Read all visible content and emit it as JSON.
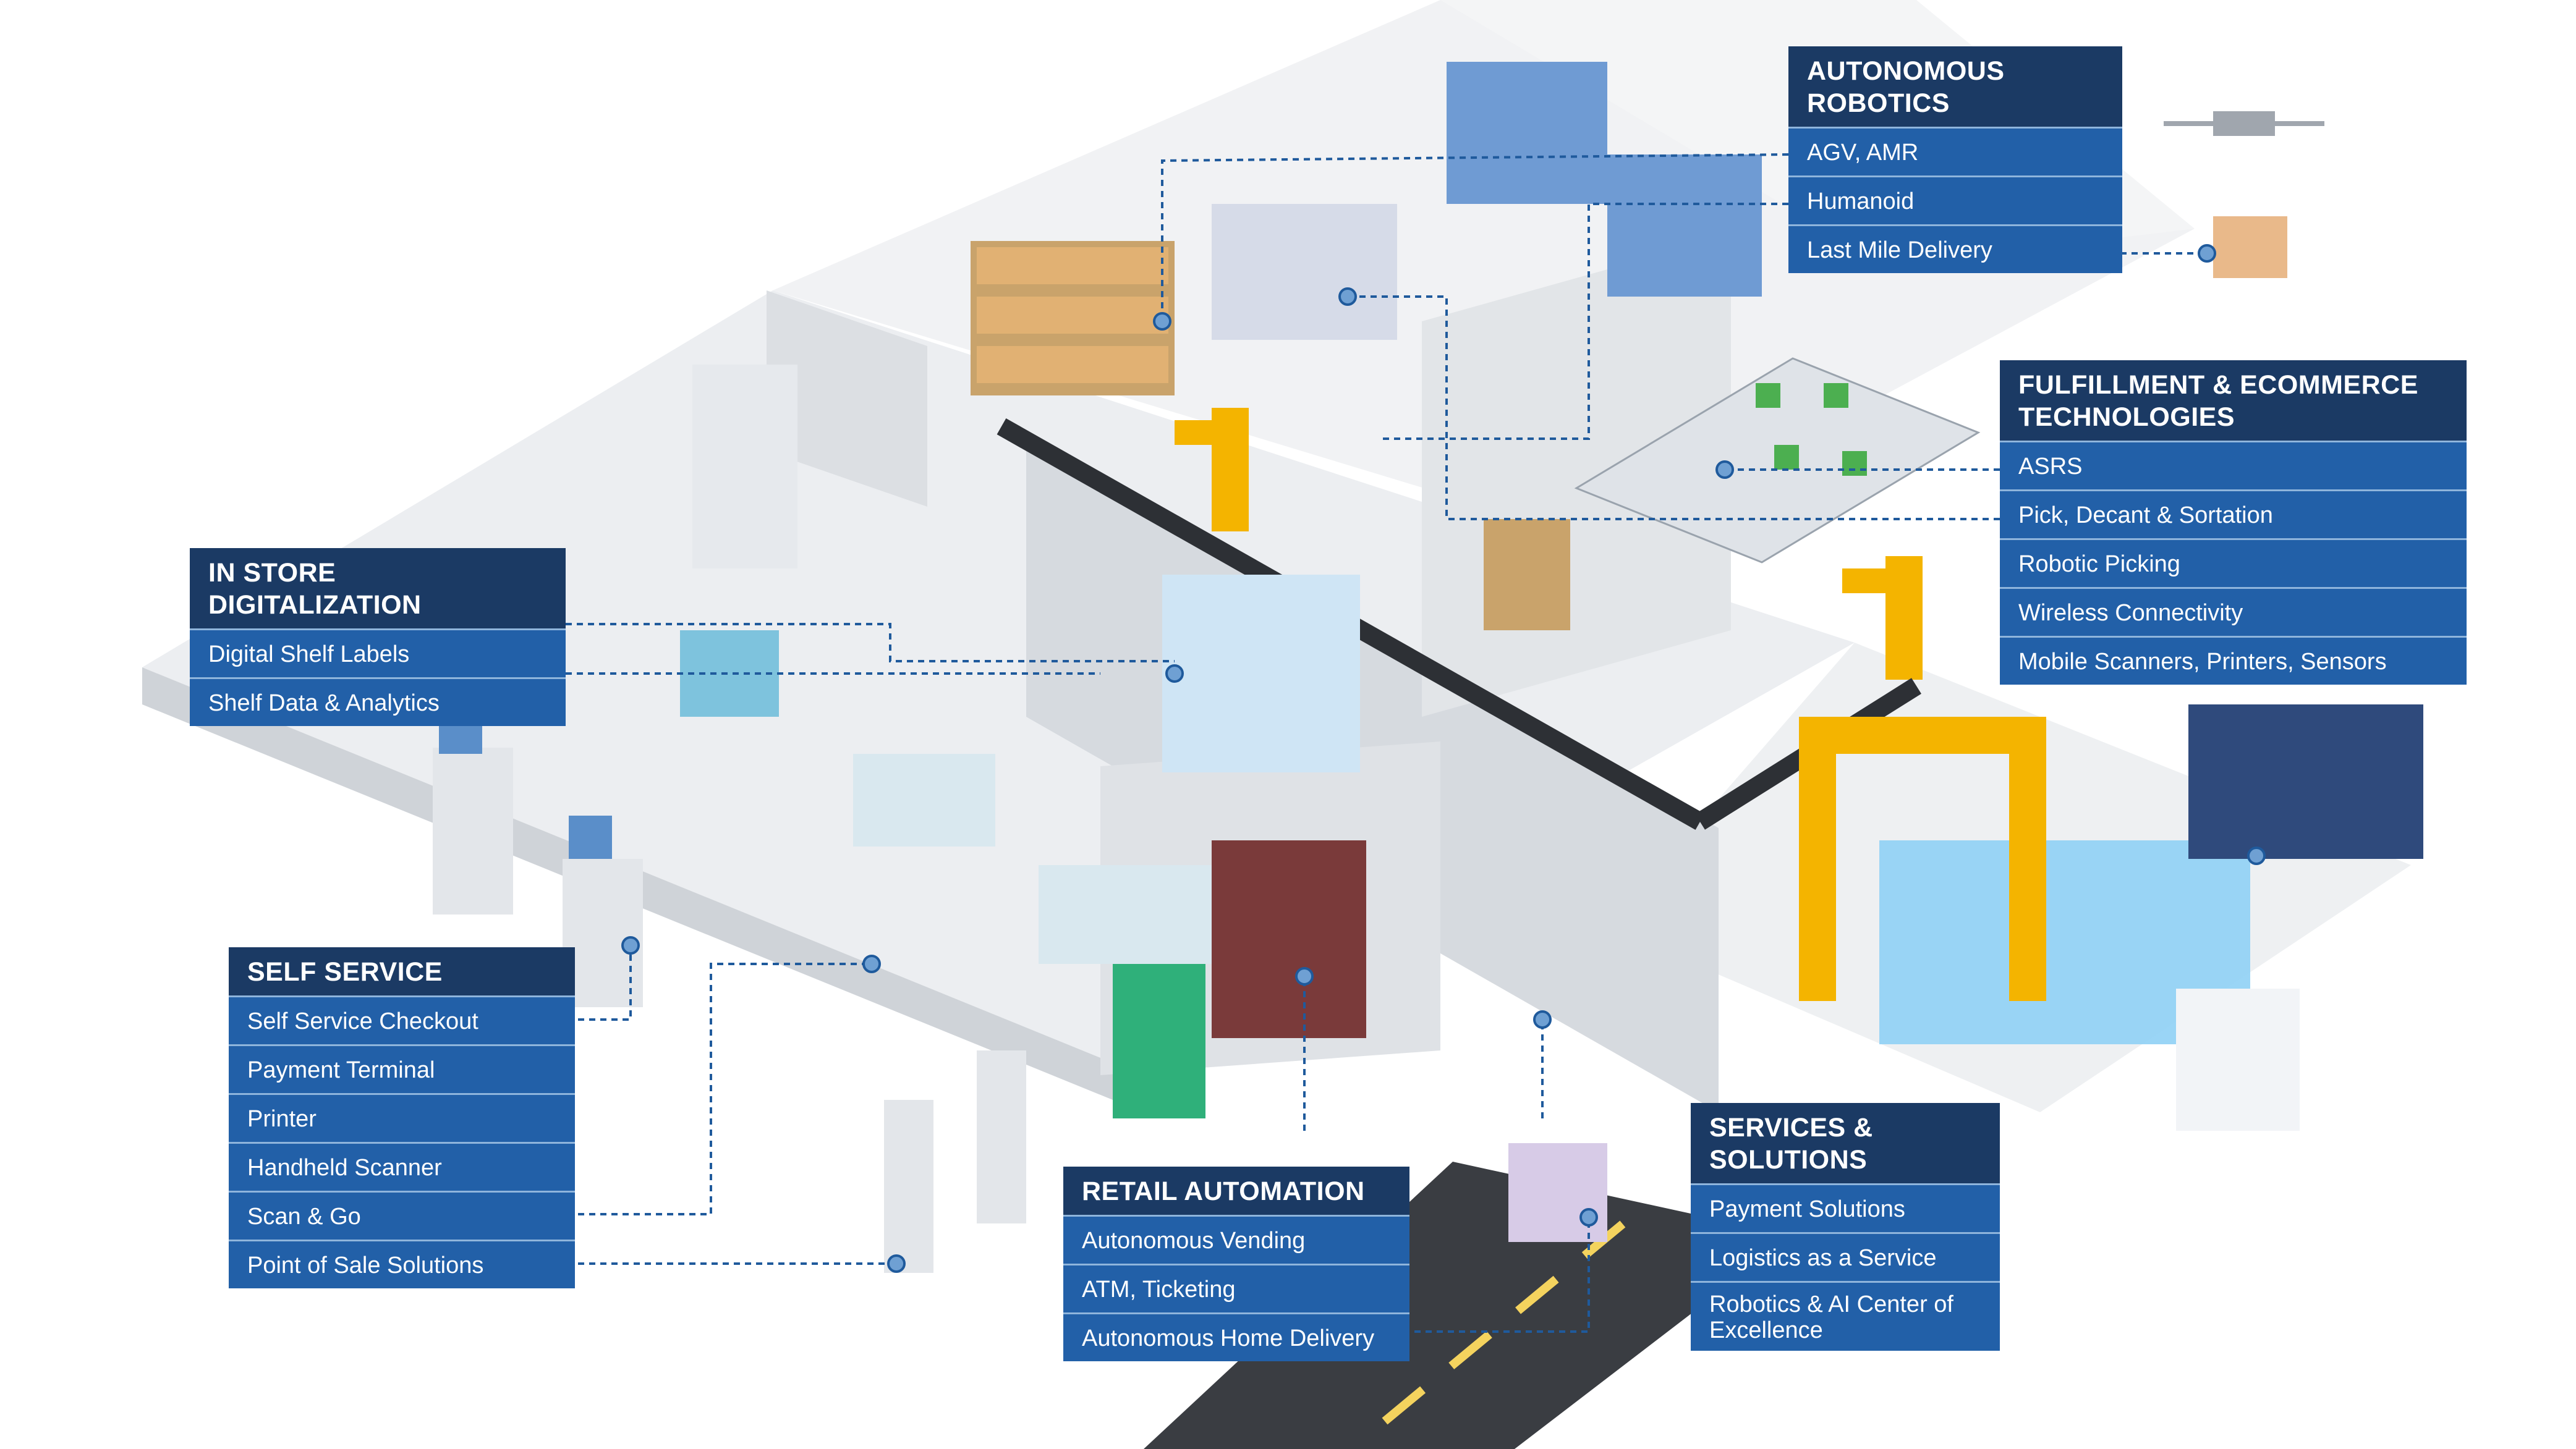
{
  "panels": {
    "autonomous_robotics": {
      "title": "AUTONOMOUS ROBOTICS",
      "items": [
        "AGV, AMR",
        "Humanoid",
        "Last Mile Delivery"
      ]
    },
    "fulfillment": {
      "title": "FULFILLMENT & ECOMMERCE TECHNOLOGIES",
      "items": [
        "ASRS",
        "Pick, Decant & Sortation",
        "Robotic Picking",
        "Wireless Connectivity",
        "Mobile Scanners, Printers, Sensors"
      ]
    },
    "in_store": {
      "title": "IN STORE DIGITALIZATION",
      "items": [
        "Digital Shelf Labels",
        "Shelf Data & Analytics"
      ]
    },
    "self_service": {
      "title": "SELF SERVICE",
      "items": [
        "Self Service Checkout",
        "Payment Terminal",
        "Printer",
        "Handheld Scanner",
        "Scan & Go",
        "Point of Sale Solutions"
      ]
    },
    "retail_automation": {
      "title": "RETAIL AUTOMATION",
      "items": [
        "Autonomous Vending",
        "ATM, Ticketing",
        "Autonomous Home Delivery"
      ]
    },
    "services": {
      "title": "SERVICES & SOLUTIONS",
      "items": [
        "Payment Solutions",
        "Logistics as a Service",
        "Robotics & AI Center of Excellence"
      ]
    }
  },
  "colors": {
    "panel_header": "#1b3a64",
    "panel_item": "#2260a8",
    "connector": "#1f5a9c",
    "floor": "#e9ebee",
    "wall": "#d4d8dd",
    "road": "#3a3d42",
    "accent_yellow": "#f4b400",
    "accent_blue": "#2f7fd0"
  }
}
